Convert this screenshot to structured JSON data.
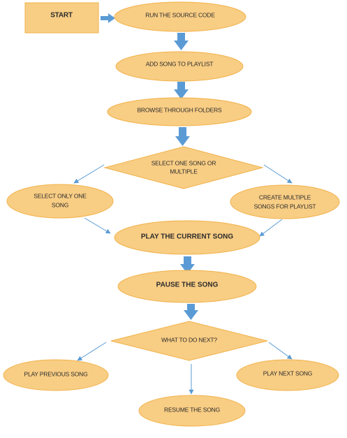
{
  "diagram": {
    "fill_color": "#F8CD84",
    "stroke_color": "#F2B24A",
    "arrow_color": "#5B9BD5",
    "nodes": {
      "start": "START",
      "run_source": "RUN THE SOURCE CODE",
      "add_song": "ADD SONG TO PLAYLIST",
      "browse_folders": "BROWSE THROUGH FOLDERS",
      "select_decision": [
        "SELECT ONE SONG OR",
        "MULTIPLE"
      ],
      "select_one": [
        "SELECT ONLY ONE",
        "SONG"
      ],
      "create_multiple": [
        "CREATE MULTIPLE",
        "SONGS FOR PLAYLIST"
      ],
      "play_current": "PLAY THE CURRENT SONG",
      "pause": "PAUSE THE SONG",
      "what_next": "WHAT TO DO NEXT?",
      "play_previous": "PLAY PREVIOUS SONG",
      "play_next": "PLAY NEXT SONG",
      "resume": "RESUME THE SONG"
    }
  }
}
